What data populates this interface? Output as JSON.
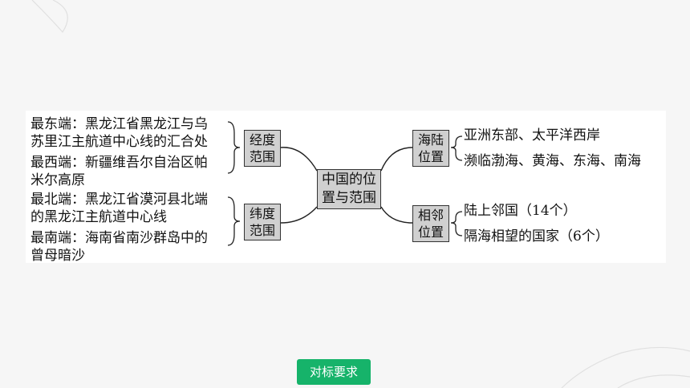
{
  "mindmap": {
    "center": {
      "line1": "中国的位",
      "line2": "置与范围"
    },
    "longitude": {
      "line1": "经度",
      "line2": "范围",
      "east": {
        "line1": "最东端：黑龙江省黑龙江与乌",
        "line2": "苏里江主航道中心线的汇合处"
      },
      "west": {
        "line1": "最西端：新疆维吾尔自治区帕",
        "line2": "米尔高原"
      }
    },
    "latitude": {
      "line1": "纬度",
      "line2": "范围",
      "north": {
        "line1": "最北端：黑龙江省漠河县北端",
        "line2": "的黑龙江主航道中心线"
      },
      "south": {
        "line1": "最南端：海南省南沙群岛中的",
        "line2": "曾母暗沙"
      }
    },
    "sea_land": {
      "line1": "海陆",
      "line2": "位置",
      "items": [
        "亚洲东部、太平洋西岸",
        "濒临渤海、黄海、东海、南海"
      ]
    },
    "neighbors": {
      "line1": "相邻",
      "line2": "位置",
      "items": [
        "陆上邻国（14个）",
        "隔海相望的国家（6个）"
      ]
    }
  },
  "footer": {
    "button_label": "对标要求",
    "button_color": "#16b36a"
  }
}
